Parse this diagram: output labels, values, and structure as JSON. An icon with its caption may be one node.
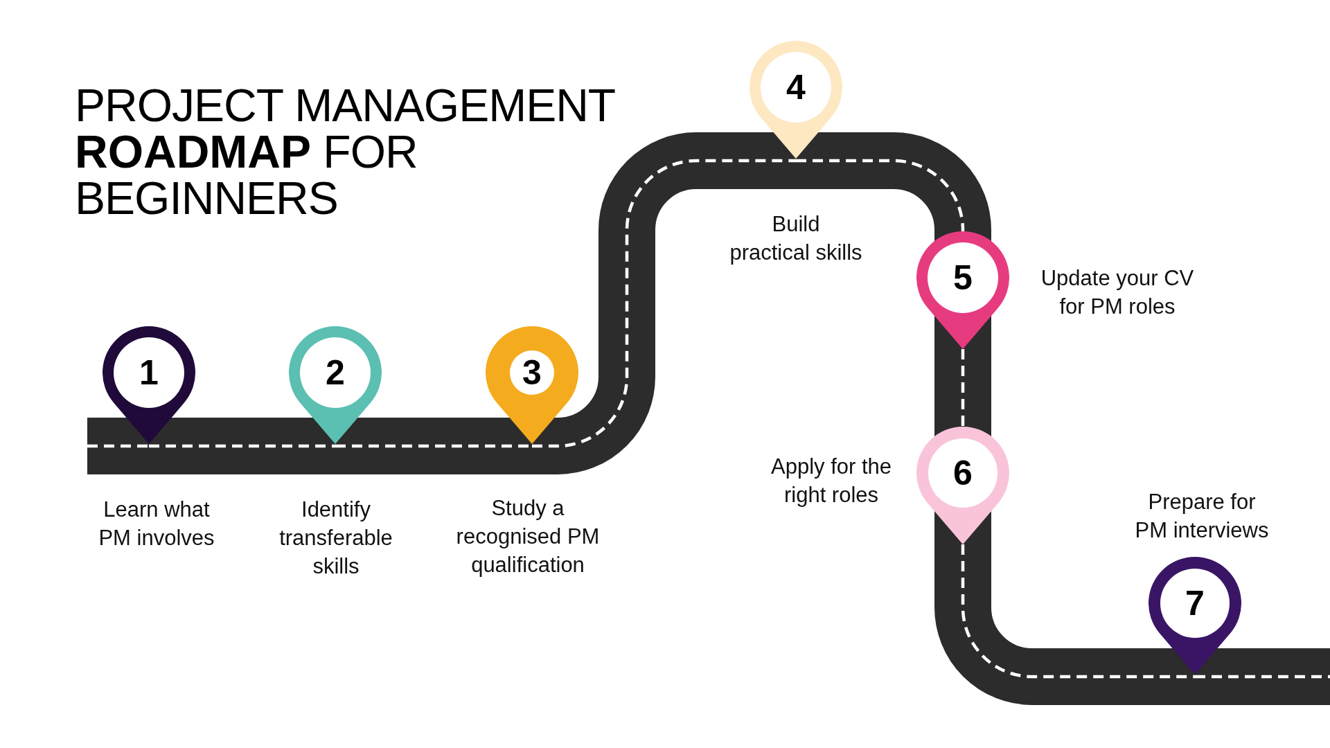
{
  "diagram": {
    "title": "PROJECT MANAGEMENT **ROADMAP** FOR BEGINNERS",
    "nodes": [
      {
        "text": [
          "1"
        ],
        "beside": [
          "Learn what PM involves"
        ]
      },
      {
        "text": [
          "2"
        ],
        "beside": [
          "Identify transferable skills"
        ]
      },
      {
        "text": [
          "3"
        ],
        "beside": [
          "Study a recognised PM qualification"
        ]
      },
      {
        "text": [
          "4"
        ],
        "beside": [
          "Build practical skills"
        ]
      },
      {
        "text": [
          "5"
        ],
        "beside": [
          "Update your CV for PM roles"
        ]
      },
      {
        "text": [
          "6"
        ],
        "beside": [
          "Apply for the right roles"
        ]
      },
      {
        "text": [
          "7"
        ],
        "beside": [
          "Prepare for PM interviews"
        ]
      }
    ],
    "edges": [
      {
        "from": 0,
        "to": 1,
        "arrow": "none",
        "style": "dashed"
      },
      {
        "from": 1,
        "to": 2,
        "arrow": "none",
        "style": "dashed"
      },
      {
        "from": 2,
        "to": 3,
        "arrow": "none",
        "style": "dashed"
      },
      {
        "from": 3,
        "to": 4,
        "arrow": "none",
        "style": "dashed"
      },
      {
        "from": 4,
        "to": 5,
        "arrow": "none",
        "style": "dashed"
      },
      {
        "from": 5,
        "to": 6,
        "arrow": "none",
        "style": "dashed"
      }
    ]
  }
}
